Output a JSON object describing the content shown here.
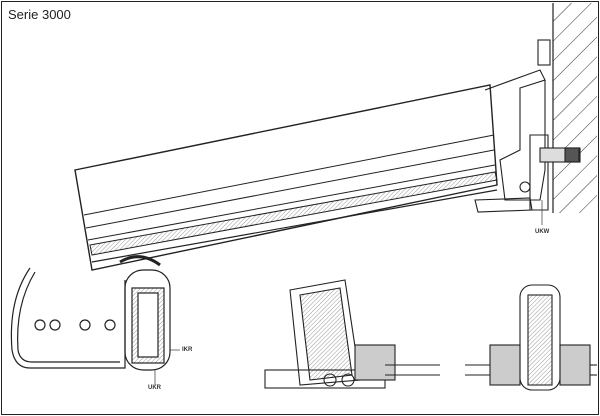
{
  "title": "Serie 3000",
  "labels": {
    "ukw": "UKW",
    "ikr": "IKR",
    "ukr": "UKR"
  }
}
